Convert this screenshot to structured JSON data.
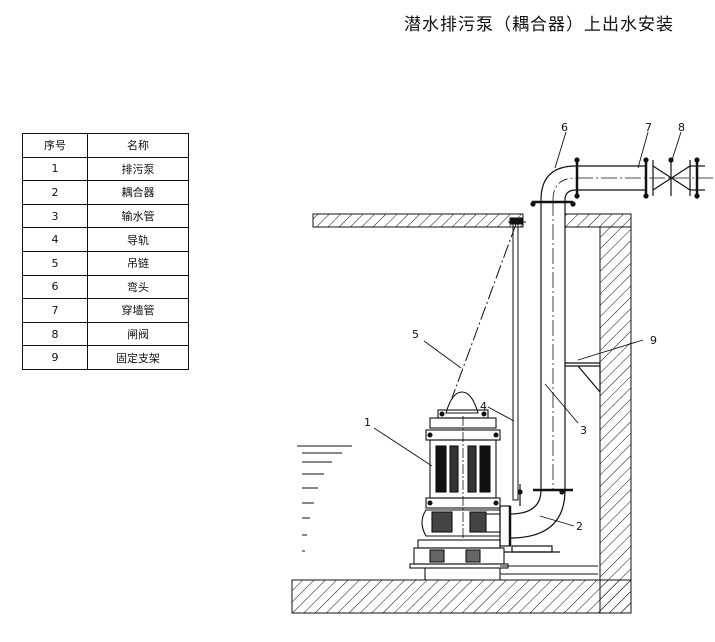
{
  "title": "潜水排污泵（耦合器）上出水安装",
  "table": {
    "headers": [
      "序号",
      "名称"
    ],
    "rows": [
      [
        "1",
        "排污泵"
      ],
      [
        "2",
        "耦合器"
      ],
      [
        "3",
        "输水管"
      ],
      [
        "4",
        "导轨"
      ],
      [
        "5",
        "吊链"
      ],
      [
        "6",
        "弯头"
      ],
      [
        "7",
        "穿墙管"
      ],
      [
        "8",
        "闸阀"
      ],
      [
        "9",
        "固定支架"
      ]
    ]
  },
  "callouts": {
    "c1": "1",
    "c2": "2",
    "c3": "3",
    "c4": "4",
    "c5": "5",
    "c6": "6",
    "c7": "7",
    "c8": "8",
    "c9": "9"
  }
}
